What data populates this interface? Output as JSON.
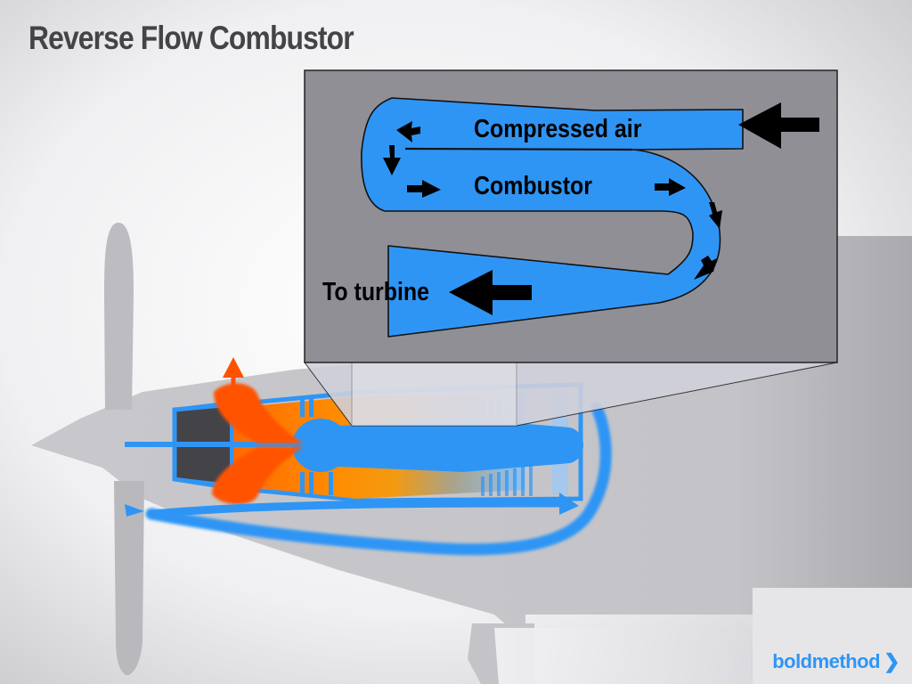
{
  "title": "Reverse Flow Combustor",
  "inset": {
    "labels": {
      "compressed_air": "Compressed air",
      "combustor": "Combustor",
      "to_turbine": "To turbine"
    }
  },
  "brand": {
    "name": "boldmethod",
    "chevron": "❯"
  },
  "colors": {
    "airflow_blue": "#2f95f5",
    "exhaust_orange": "#ff5a00",
    "combustion_orange": "#ff8c00",
    "inset_gray": "#908f96",
    "airframe_gray": "#c6c6ca",
    "title_gray": "#434348"
  }
}
